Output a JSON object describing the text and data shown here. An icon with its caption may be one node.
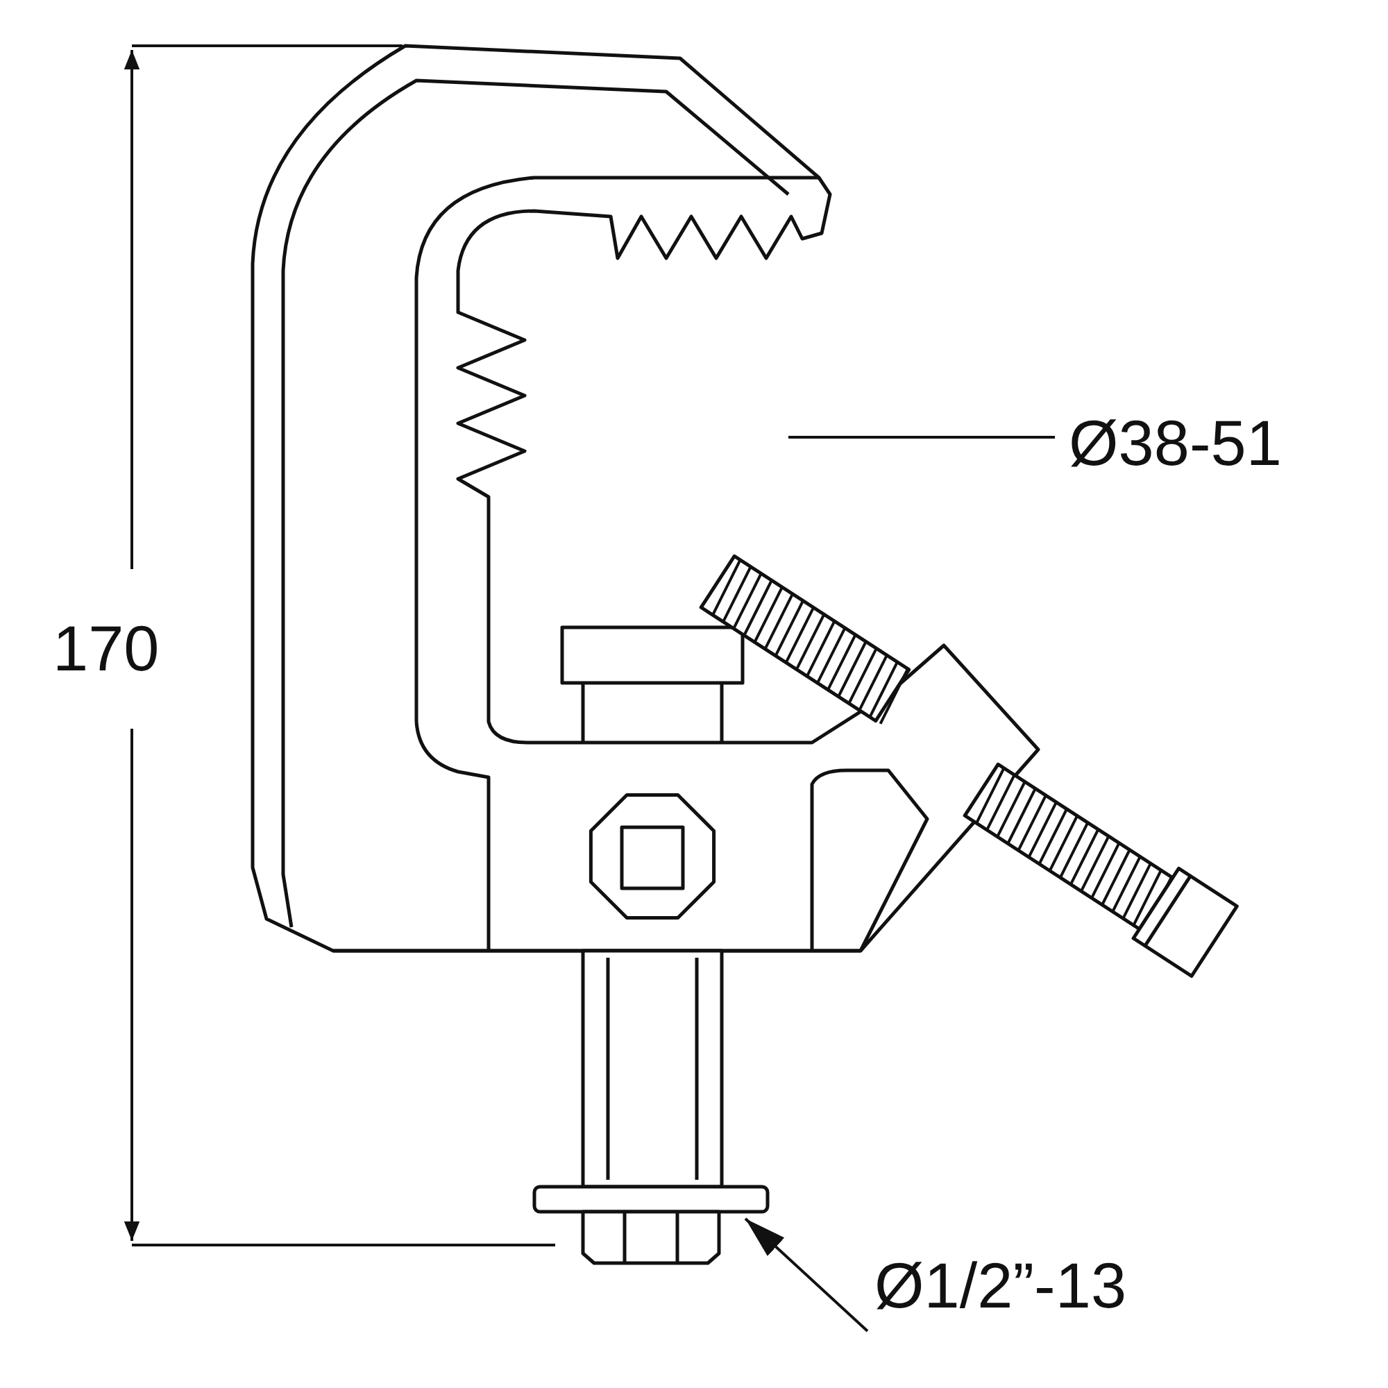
{
  "diagram": {
    "nodes": [
      {
        "text": [
          "Ø38-51"
        ]
      },
      {
        "text": [
          "Ø1/2”-13"
        ]
      }
    ],
    "edges": [
      {
        "from": 0,
        "to": null,
        "arrow": "none"
      },
      {
        "from": 1,
        "to": null,
        "arrow": "to"
      }
    ],
    "labels": [
      "170"
    ]
  }
}
